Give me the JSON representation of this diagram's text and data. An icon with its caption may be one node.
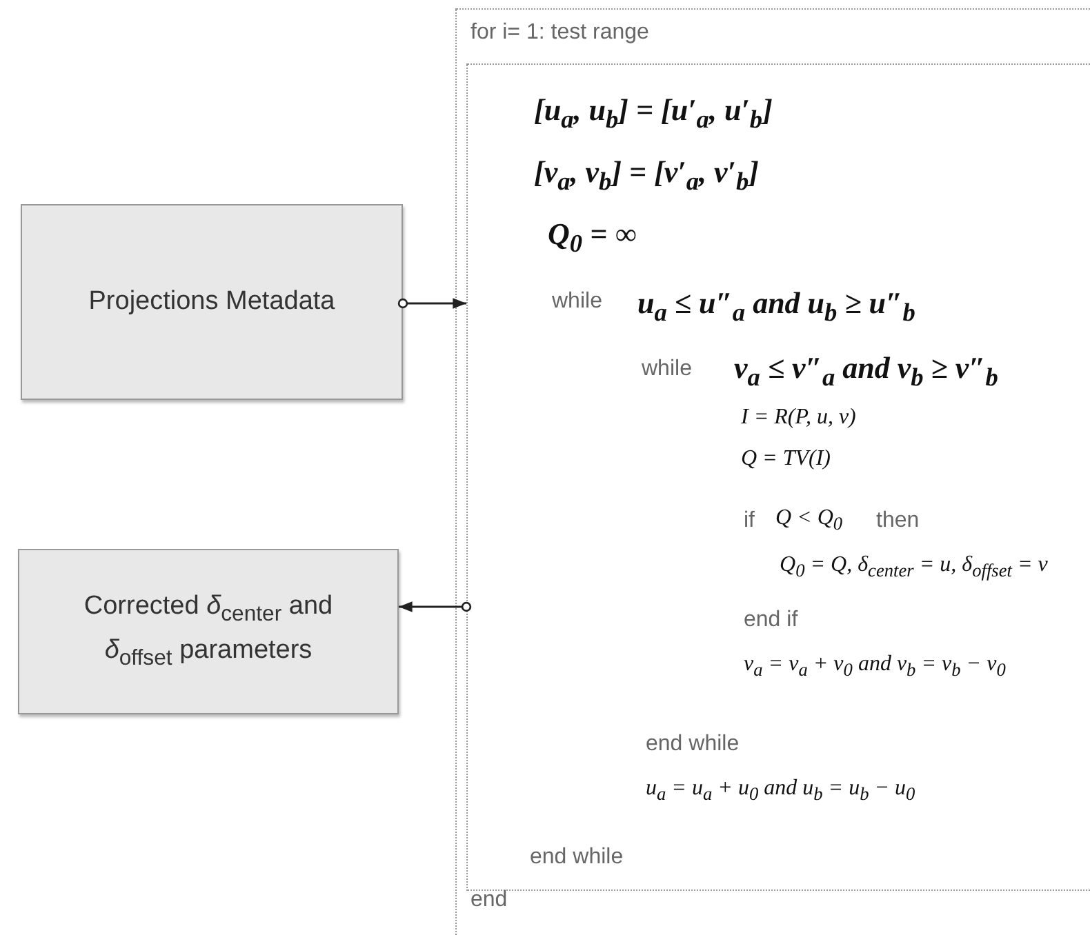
{
  "diagram": {
    "nodes": [
      {
        "text": [
          "for i= 1: test range",
          "end"
        ]
      },
      {
        "text": [
          "[u$_{a}$, u$_{b}$] = [u′$_{a}$, u′$_{b}$]",
          "[v$_{a}$, v$_{b}$] = [v′$_{a}$, v′$_{b}$]",
          "Q$_{0}$ = ∞",
          "while",
          "u$_{a}$ ≤ u″$_{a}$ and u$_{b}$ ≥ u″$_{b}$",
          "while",
          "v$_{a}$ ≤ v″$_{a}$ and v$_{b}$ ≥ v″$_{b}$",
          "I = R(P, u, v)",
          "Q = TV(I)",
          "if",
          "Q < Q$_{0}$",
          "then",
          "Q$_{0}$ = Q, δ$_{center}$ = u, δ$_{offset}$ = v",
          "end if",
          "v$_{a}$ = v$_{a}$ + v$_{0}$ and v$_{b}$ = v$_{b}$ − v$_{0}$",
          "end while",
          "u$_{a}$ = u$_{a}$ + u$_{0}$ and u$_{b}$ = u$_{b}$ − u$_{0}$",
          "end while"
        ],
        "in": 0
      },
      {
        "text": [
          "Projections Metadata"
        ]
      },
      {
        "text": [
          "Corrected *δ*$_{center}$ and *δ*$_{offset}$ parameters"
        ]
      }
    ],
    "edges": [
      {
        "from": 2,
        "to": 1,
        "arrow": "to"
      },
      {
        "from": 1,
        "to": 3,
        "arrow": "to"
      }
    ]
  }
}
